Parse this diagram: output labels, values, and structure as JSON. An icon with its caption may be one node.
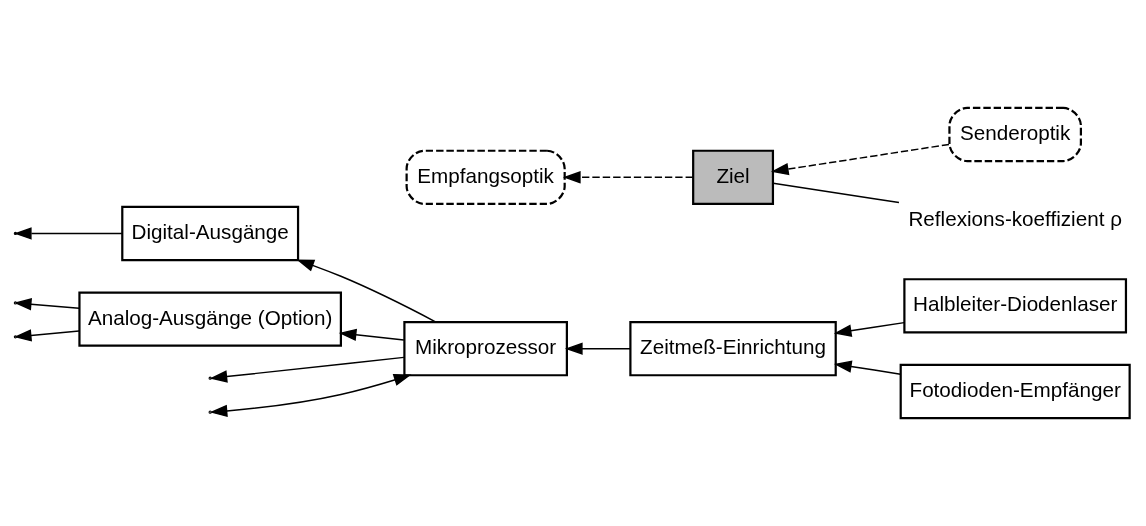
{
  "diagram": {
    "nodes": [
      {
        "text": [
          "Digital-Ausgänge"
        ]
      },
      {
        "text": [
          "Mikroprozessor"
        ]
      },
      {
        "text": [
          "Analog-Ausgänge (Option)"
        ]
      },
      {
        "text": [
          "Zeitmeß-Einrichtung"
        ]
      },
      {
        "text": [
          "Halbleiter-Diodenlaser"
        ]
      },
      {
        "text": [
          "Fotodioden-Empfänger"
        ]
      },
      {
        "text": [
          "Senderoptik"
        ]
      },
      {
        "text": [
          "Empfangsoptik"
        ]
      },
      {
        "text": [
          "Ziel"
        ]
      },
      {
        "text": [
          "Reflexions-koeffizient ρ"
        ]
      }
    ],
    "edges": [
      {
        "from": 0,
        "to": null,
        "arrow": "to"
      },
      {
        "from": 1,
        "to": 0,
        "arrow": "to"
      },
      {
        "from": 1,
        "to": 2,
        "arrow": "to"
      },
      {
        "from": 1,
        "to": null,
        "arrow": "to"
      },
      {
        "from": 1,
        "to": null,
        "arrow": "both"
      },
      {
        "from": 2,
        "to": null,
        "arrow": "to"
      },
      {
        "from": 2,
        "to": null,
        "arrow": "to"
      },
      {
        "from": 3,
        "to": 1,
        "arrow": "to"
      },
      {
        "from": 4,
        "to": 3,
        "arrow": "to"
      },
      {
        "from": 5,
        "to": 3,
        "arrow": "to"
      },
      {
        "from": 6,
        "to": 8,
        "arrow": "to",
        "style": "dashed"
      },
      {
        "from": 8,
        "to": 7,
        "arrow": "to",
        "style": "dashed"
      },
      {
        "from": 9,
        "to": 8,
        "arrow": "none"
      }
    ]
  }
}
